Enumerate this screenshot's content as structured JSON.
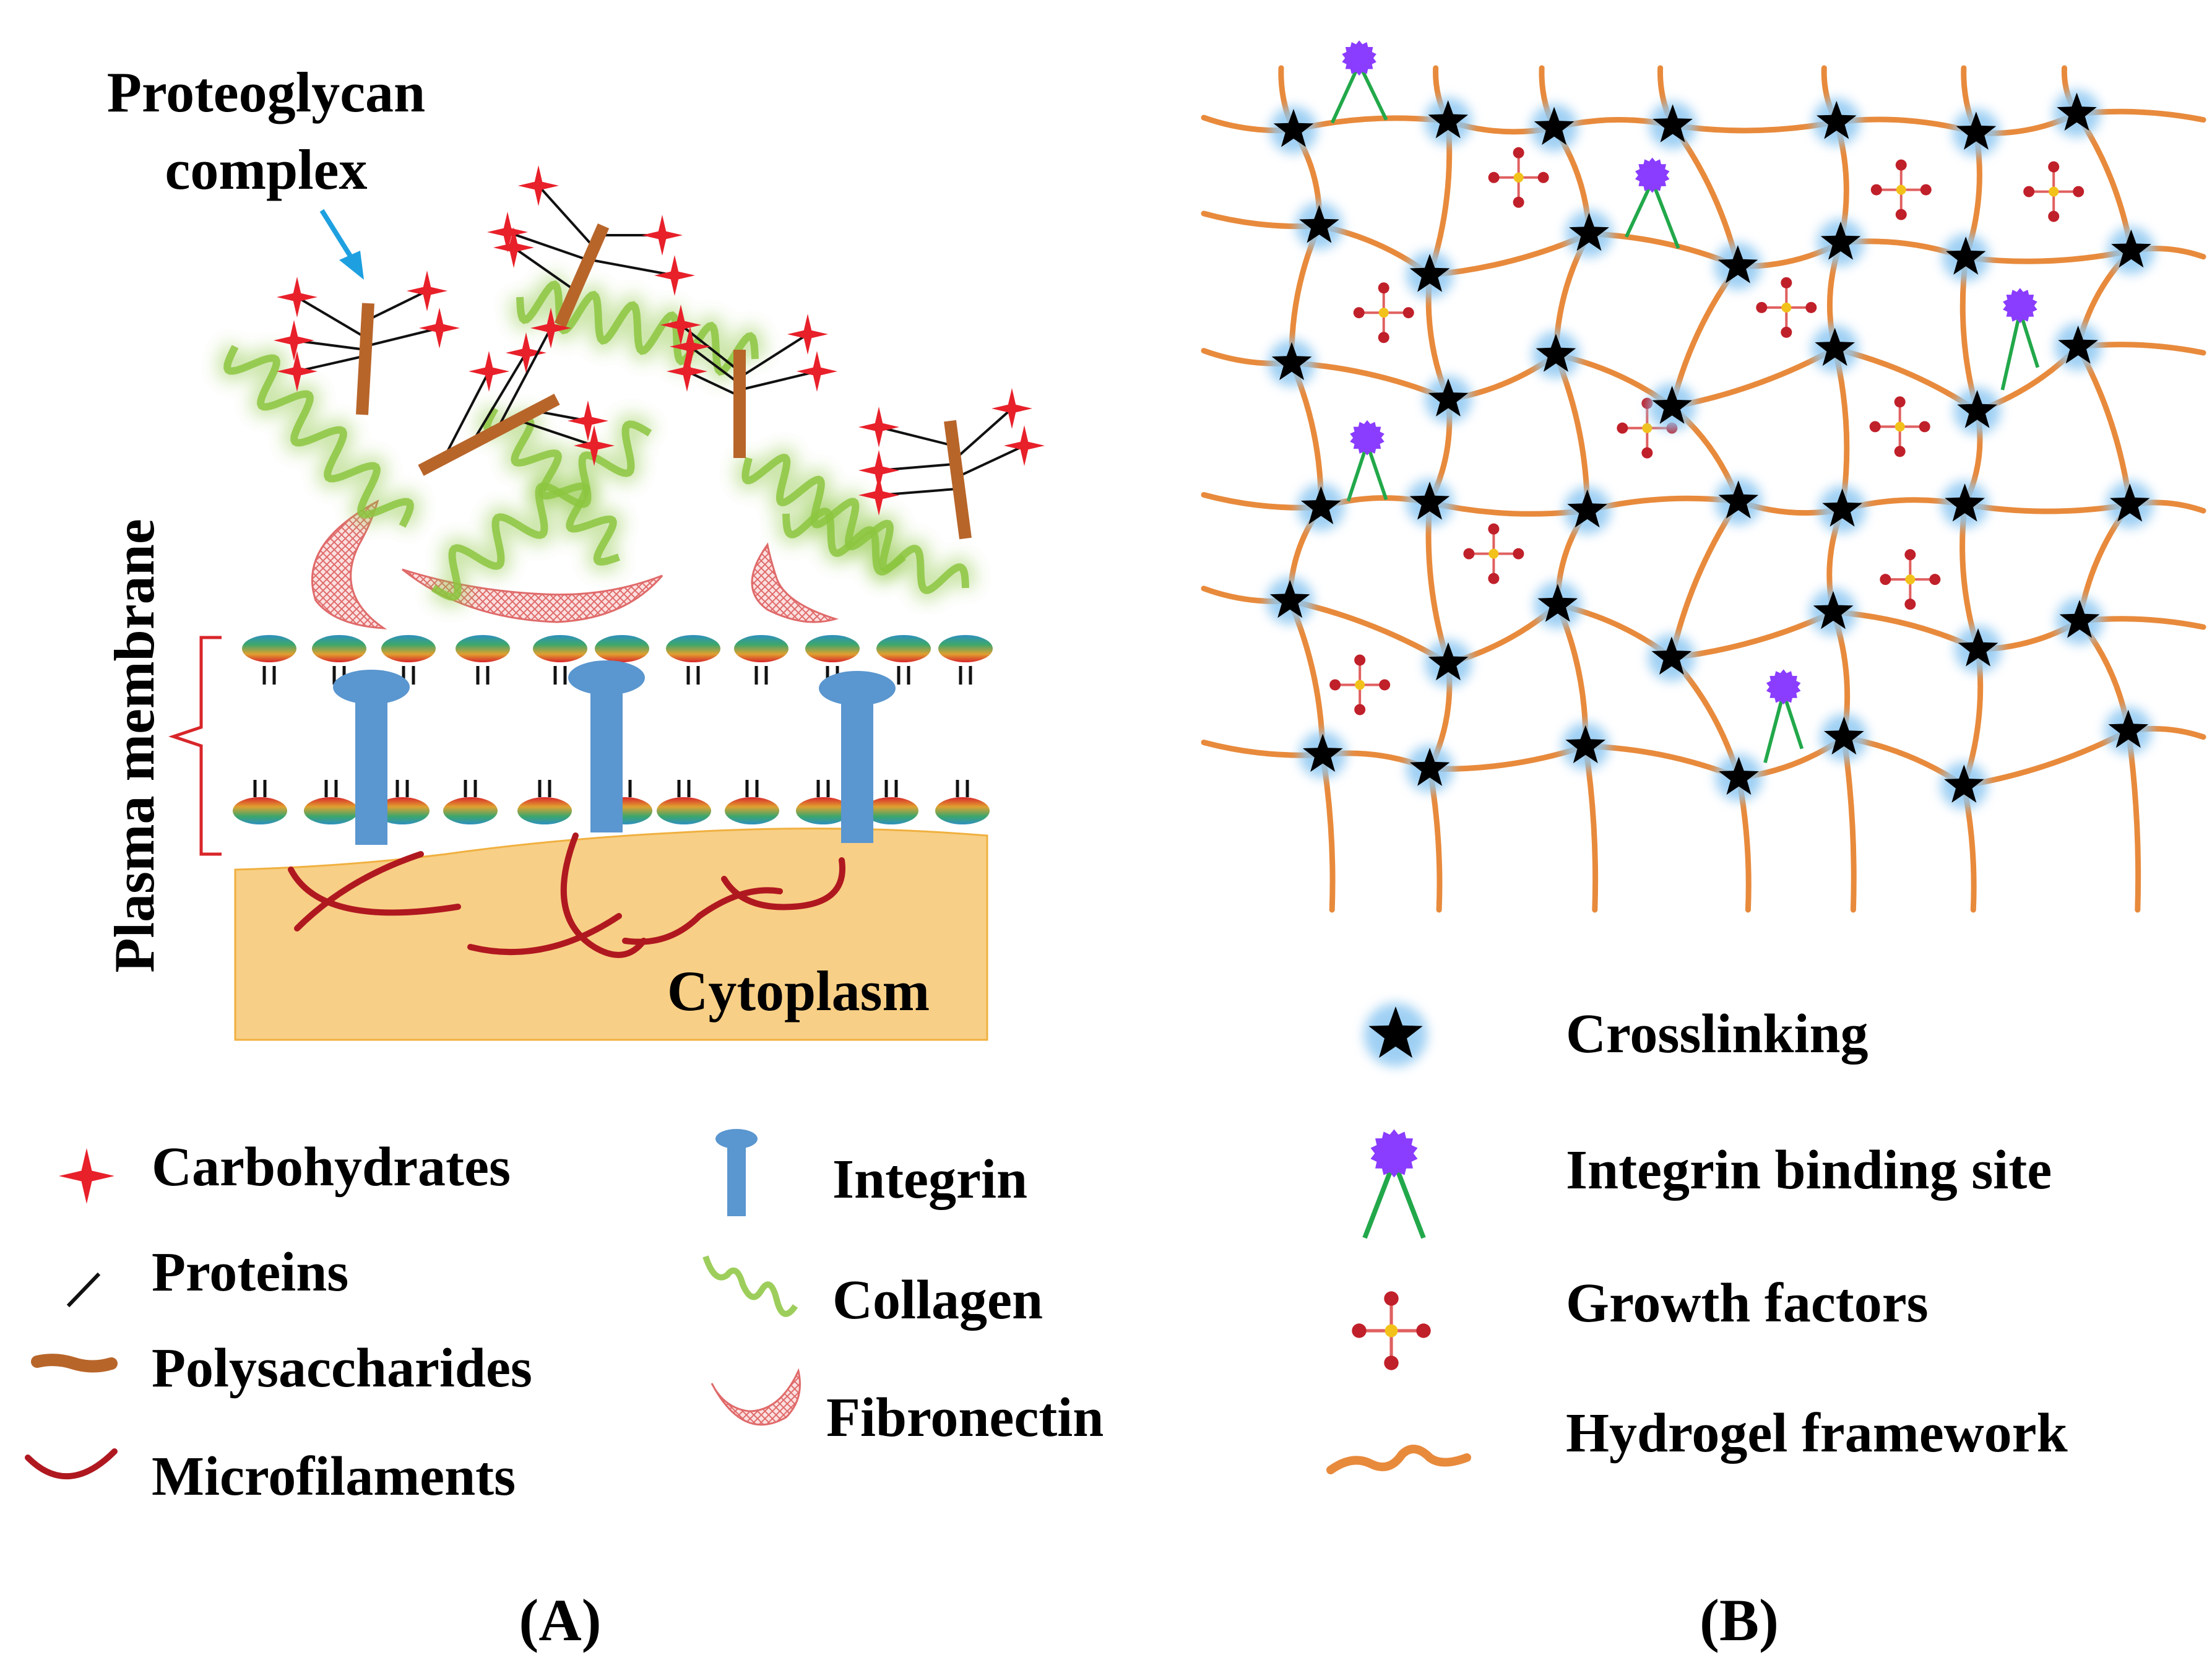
{
  "panel_a": {
    "callout": [
      "Proteoglycan",
      "complex"
    ],
    "membrane_label": "Plasma membrane",
    "cytoplasm_label": "Cytoplasm",
    "legend": [
      {
        "icon": "carbohydrate-star-icon",
        "label": "Carbohydrates"
      },
      {
        "icon": "protein-line-icon",
        "label": "Proteins"
      },
      {
        "icon": "polysaccharide-bar-icon",
        "label": "Polysaccharides"
      },
      {
        "icon": "microfilament-arc-icon",
        "label": "Microfilaments"
      },
      {
        "icon": "integrin-icon",
        "label": "Integrin"
      },
      {
        "icon": "collagen-wave-icon",
        "label": "Collagen"
      },
      {
        "icon": "fibronectin-crescent-icon",
        "label": "Fibronectin"
      }
    ],
    "caption": "(A)"
  },
  "panel_b": {
    "legend": [
      {
        "icon": "crosslink-star-icon",
        "label": "Crosslinking"
      },
      {
        "icon": "integrin-binding-site-icon",
        "label": "Integrin binding site"
      },
      {
        "icon": "growth-factor-icon",
        "label": "Growth factors"
      },
      {
        "icon": "hydrogel-fiber-icon",
        "label": "Hydrogel framework"
      }
    ],
    "caption": "(B)"
  },
  "colors": {
    "carbohydrate": "#e8202a",
    "protein": "#111111",
    "polysaccharide": "#b8652a",
    "microfilament": "#b01820",
    "integrin": "#5a96cf",
    "collagen": "#8cc63f",
    "fibronectin": "#e06a6a",
    "cytoplasm": "#f8cf86",
    "hydrogel": "#e88a3c",
    "crosslink_glow": "#8ec8f2",
    "binding_site": "#8a3cff",
    "binding_stem": "#22a84a",
    "growth_factor": "#c0202a",
    "growth_center": "#f2c21a"
  }
}
